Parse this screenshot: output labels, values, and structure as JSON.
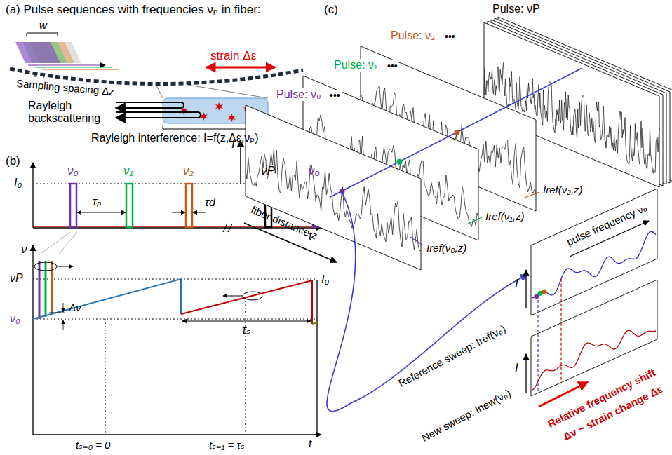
{
  "diagram": {
    "labels": [
      "(a) Pulse sequences with frequencies νₚ in fiber:",
      "w",
      "strain Δε",
      "Sampling spacing Δz",
      "Rayleigh backscattering",
      "Rayleigh interference: I=f(z,Δε,νₚ)",
      "(b)",
      "I₀",
      "ν₀",
      "ν₁",
      "ν₂",
      "νP",
      "ν₀",
      "τₚ",
      "τd",
      "t",
      "ν",
      "νP",
      "ν₀",
      "Δν",
      "I₀",
      "τₛ",
      "tₛ₌₀ = 0",
      "tₛ₌₁ = τₛ",
      "t",
      "(c)",
      "Pulse: νP",
      "Pulse: ν₂",
      "Pulse: ν₁",
      "Pulse: ν₀",
      "•••",
      "•••",
      "•••",
      "I",
      "fiber distance z",
      "Iref(ν₀,z)",
      "Iref(ν₁,z)",
      "Iref(ν₂,z)",
      "I",
      "Reference sweep: Iref(νₚ)",
      "pulse frequency νₚ",
      "I",
      "New sweep: Inew(νₚ)",
      "Relative frequency shift",
      "Δν ~ strain change Δε"
    ]
  }
}
